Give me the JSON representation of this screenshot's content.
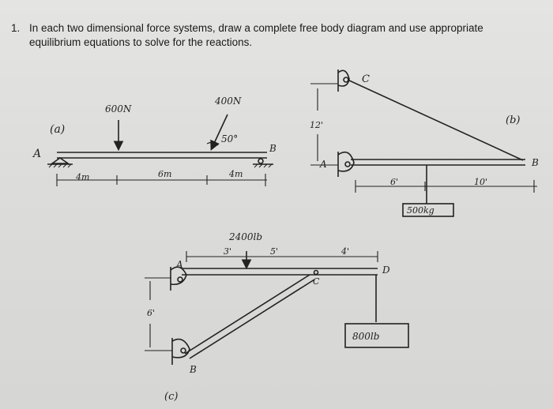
{
  "problem": {
    "number": "1.",
    "statement": "In each two dimensional force systems, draw a complete free body diagram and use appropriate equilibrium equations to solve for the reactions."
  },
  "diagram_a": {
    "label": "(a)",
    "force_1": "600N",
    "force_2": "400N",
    "angle": "50°",
    "support_left": "A",
    "support_right": "B",
    "dim_1": "4m",
    "dim_2": "6m",
    "dim_3": "4m"
  },
  "diagram_b": {
    "label": "(b)",
    "support_top": "C",
    "support_bottom": "A",
    "end": "B",
    "height": "12'",
    "dim_1": "6'",
    "dim_2": "10'",
    "mass": "500kg"
  },
  "diagram_c": {
    "label": "(c)",
    "load": "2400lb",
    "support_top": "A",
    "support_bottom": "B",
    "point_c": "C",
    "point_d": "D",
    "height": "6'",
    "dim_1": "3'",
    "dim_2": "5'",
    "dim_3": "4'",
    "weight": "800lb"
  },
  "colors": {
    "ink": "#222222",
    "paper": "#dededc"
  }
}
